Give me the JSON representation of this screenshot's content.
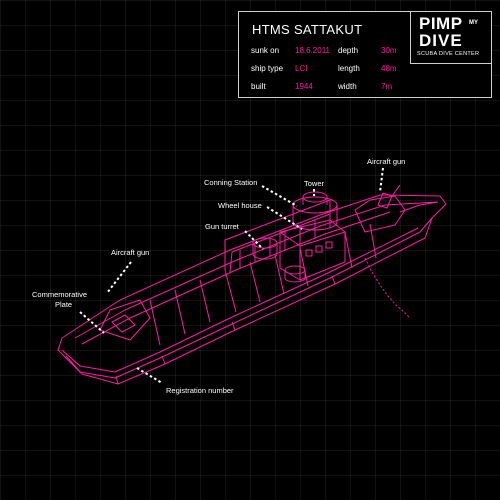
{
  "title": "HTMS SATTAKUT",
  "specs": [
    {
      "key": "sunk on",
      "value": "18.6.2011"
    },
    {
      "key": "depth",
      "value": "30m"
    },
    {
      "key": "ship type",
      "value": "LCI"
    },
    {
      "key": "length",
      "value": "48m"
    },
    {
      "key": "built",
      "value": "1944"
    },
    {
      "key": "width",
      "value": "7m"
    }
  ],
  "logo": {
    "line1": "PIMP",
    "my": "MY",
    "line2": "DIVE",
    "subtitle": "SCUBA DIVE CENTER"
  },
  "labels": {
    "aircraft_gun_right": "Aircraft gun",
    "conning_station": "Conning Station",
    "tower": "Tower",
    "wheelhouse": "Wheel house",
    "gun_turret": "Gun turret",
    "aircraft_gun_left": "Aircraft gun",
    "commemorative_plate_1": "Commemorative",
    "commemorative_plate_2": "Plate",
    "registration_number": "Registration number"
  },
  "colors": {
    "accent": "#ff1aa3",
    "background": "#000000",
    "text": "#ffffff"
  }
}
